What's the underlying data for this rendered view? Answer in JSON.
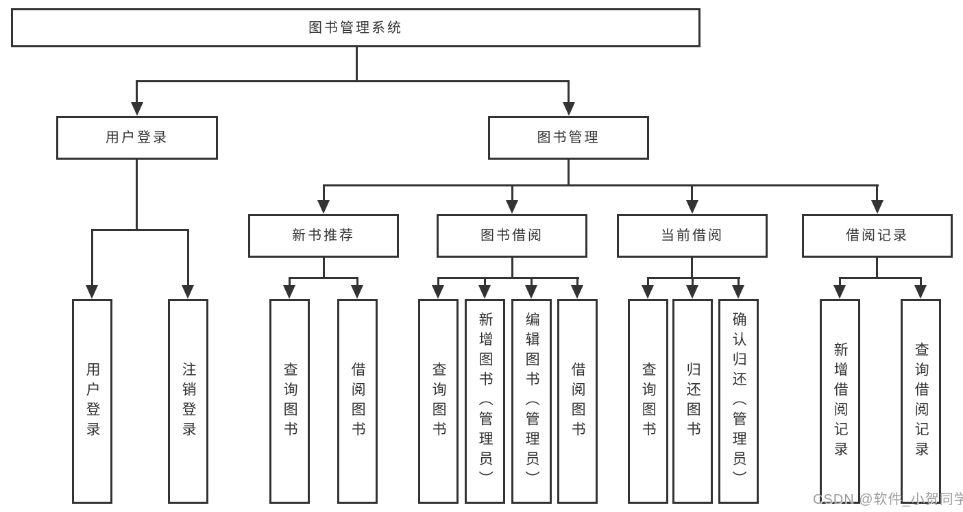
{
  "colors": {
    "line": "#333333",
    "node_border": "#333333",
    "node_text": "#333333",
    "watermark_text": "#9c9ca1",
    "background": "#ffffff"
  },
  "tree": {
    "label": "图书管理系统",
    "children": [
      {
        "label": "用户登录",
        "children": [
          {
            "label": "用户登录"
          },
          {
            "label": "注销登录"
          }
        ]
      },
      {
        "label": "图书管理",
        "children": [
          {
            "label": "新书推荐",
            "children": [
              {
                "label": "查询图书"
              },
              {
                "label": "借阅图书"
              }
            ]
          },
          {
            "label": "图书借阅",
            "children": [
              {
                "label": "查询图书"
              },
              {
                "label": "新增图书（管理员）"
              },
              {
                "label": "编辑图书（管理员）"
              },
              {
                "label": "借阅图书"
              }
            ]
          },
          {
            "label": "当前借阅",
            "children": [
              {
                "label": "查询图书"
              },
              {
                "label": "归还图书"
              },
              {
                "label": "确认归还（管理员）"
              }
            ]
          },
          {
            "label": "借阅记录",
            "children": [
              {
                "label": "新增借阅记录"
              },
              {
                "label": "查询借阅记录"
              }
            ]
          }
        ]
      }
    ]
  },
  "watermark": "CSDN @软件_小贺同学"
}
